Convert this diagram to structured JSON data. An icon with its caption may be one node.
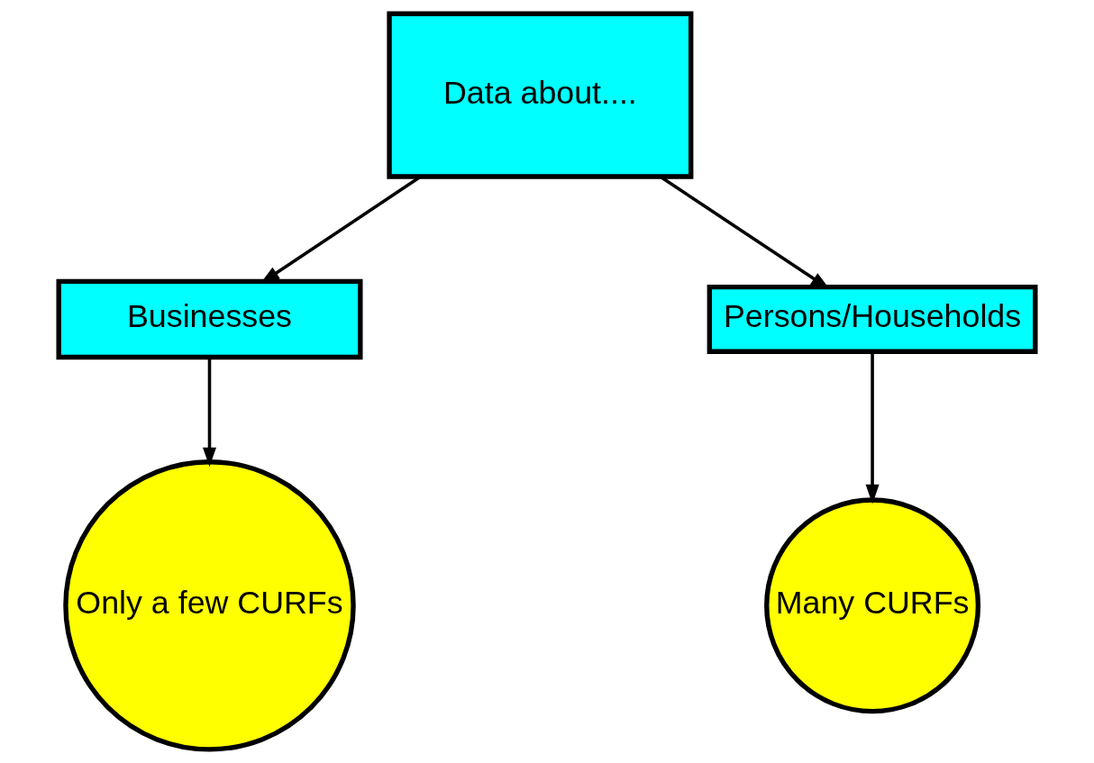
{
  "diagram": {
    "nodes": [
      {
        "text": [
          "Data about...."
        ]
      },
      {
        "text": [
          "Businesses"
        ]
      },
      {
        "text": [
          "Persons/Households"
        ]
      },
      {
        "text": [
          "Only a few CURFs"
        ]
      },
      {
        "text": [
          "Many CURFs"
        ]
      }
    ],
    "edges": [
      {
        "from": 0,
        "to": 1,
        "arrow": "to"
      },
      {
        "from": 0,
        "to": 2,
        "arrow": "to"
      },
      {
        "from": 1,
        "to": 3,
        "arrow": "to"
      },
      {
        "from": 2,
        "to": 4,
        "arrow": "to"
      }
    ]
  }
}
